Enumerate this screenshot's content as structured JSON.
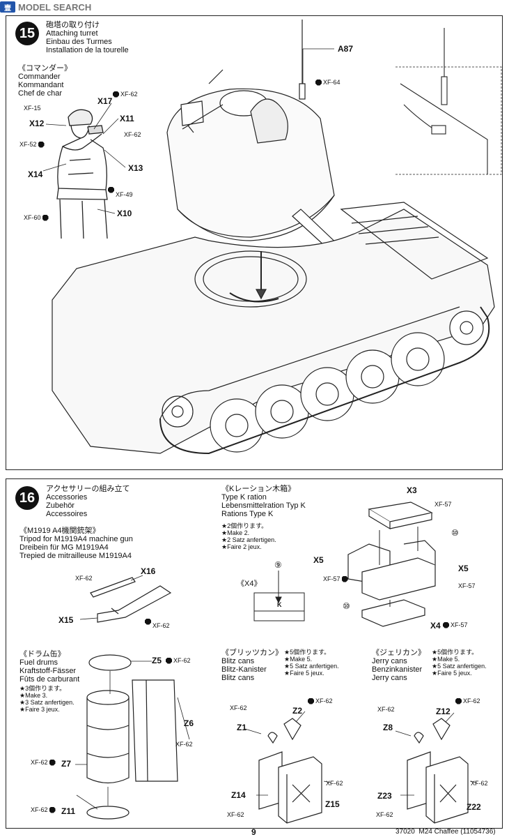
{
  "watermark": {
    "logo": "壹",
    "text": "MODEL SEARCH"
  },
  "step15": {
    "number": "15",
    "titles": [
      "砲塔の取り付け",
      "Attaching turret",
      "Einbau des Turmes",
      "Installation de la tourelle"
    ],
    "commander": [
      "《コマンダー》",
      "Commander",
      "Kommandant",
      "Chef de char"
    ],
    "parts": {
      "x17": "X17",
      "x12": "X12",
      "x11": "X11",
      "x14": "X14",
      "x13": "X13",
      "x10": "X10",
      "a87": "A87"
    },
    "paints": {
      "xf62a": "XF-62",
      "xf15": "XF-15",
      "xf62b": "XF-62",
      "xf52": "XF-52",
      "xf49": "XF-49",
      "xf60": "XF-60",
      "xf64": "XF-64"
    }
  },
  "step16": {
    "number": "16",
    "titles": [
      "アクセサリーの組み立て",
      "Accessories",
      "Zubehör",
      "Accessoires"
    ],
    "tripod": {
      "title": [
        "《M1919 A4機関銃架》",
        "Tripod for M1919A4 machine gun",
        "Dreibein für MG M1919A4",
        "Trepied de mitrailleuse M1919A4"
      ],
      "x16": "X16",
      "x15": "X15",
      "xf62a": "XF-62",
      "xf62b": "XF-62"
    },
    "kration": {
      "title": [
        "《Kレーション木箱》",
        "Type K ration",
        "Lebensmittelration Typ K",
        "Rations Type K"
      ],
      "make": [
        "★2個作ります。",
        "★Make 2.",
        "★2 Satz anfertigen.",
        "★Faire 2 jeux."
      ],
      "x3": "X3",
      "x5a": "X5",
      "x5b": "X5",
      "x4": "X4",
      "xf57a": "XF-57",
      "xf57b": "XF-57",
      "xf57c": "XF-57",
      "xf57d": "XF-57",
      "c10a": "⑩",
      "c10b": "⑩"
    },
    "x4detail": {
      "title": "《X4》",
      "c9": "⑨",
      "k": "K"
    },
    "drums": {
      "title": [
        "《ドラム缶》",
        "Fuel drums",
        "Kraftstoff-Fässer",
        "Fûts de carburant"
      ],
      "make": [
        "★3個作ります。",
        "★Make 3.",
        "★3 Satz anfertigen.",
        "★Faire 3 jeux."
      ],
      "z5": "Z5",
      "z6": "Z6",
      "z7": "Z7",
      "z11": "Z11",
      "xf62a": "XF-62",
      "xf62b": "XF-62",
      "xf62c": "XF-62",
      "xf62d": "XF-62"
    },
    "blitz": {
      "title": [
        "《ブリッツカン》",
        "Blitz cans",
        "Blitz-Kanister",
        "Blitz cans"
      ],
      "make": [
        "★5個作ります。",
        "★Make 5.",
        "★5 Satz anfertigen.",
        "★Faire 5 jeux."
      ],
      "z1": "Z1",
      "z2": "Z2",
      "z14": "Z14",
      "z15": "Z15",
      "xf62a": "XF-62",
      "xf62b": "XF-62",
      "xf62c": "XF-62",
      "xf62d": "XF-62"
    },
    "jerry": {
      "title": [
        "《ジェリカン》",
        "Jerry cans",
        "Benzinkanister",
        "Jerry cans"
      ],
      "make": [
        "★5個作ります。",
        "★Make 5.",
        "★5 Satz anfertigen.",
        "★Faire 5 jeux."
      ],
      "z8": "Z8",
      "z12": "Z12",
      "z23": "Z23",
      "z22": "Z22",
      "xf62a": "XF-62",
      "xf62b": "XF-62",
      "xf62c": "XF-62",
      "xf62d": "XF-62"
    }
  },
  "footer": {
    "page": "9",
    "code": "37020",
    "product": "M24 Chaffee (11054736)"
  }
}
